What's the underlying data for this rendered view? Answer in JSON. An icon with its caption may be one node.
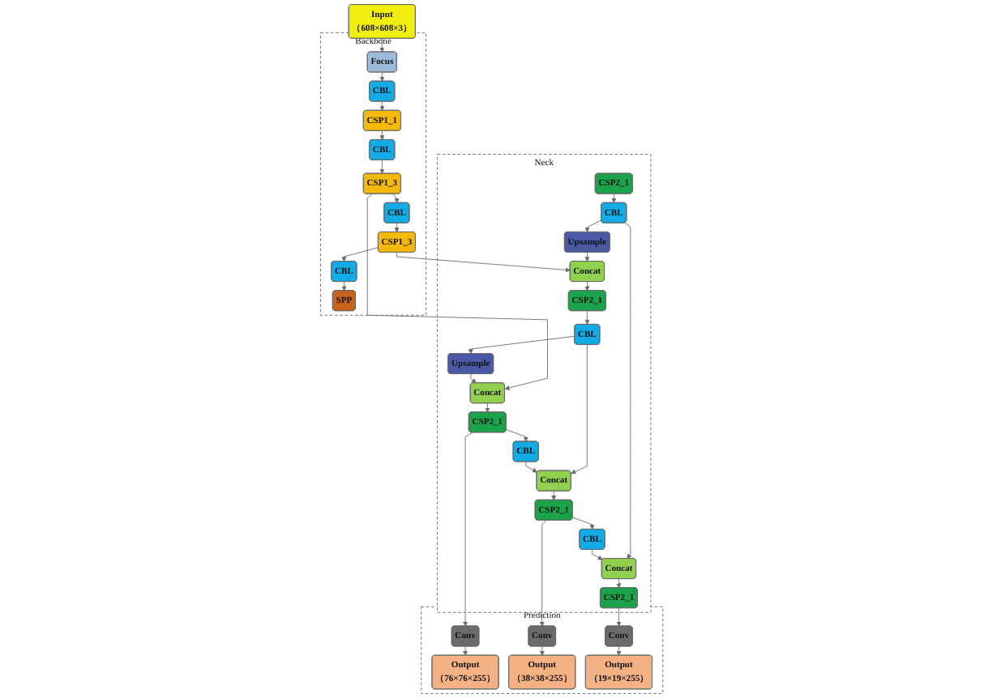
{
  "diagram": {
    "nodes": [
      {
        "text": [
          "Input",
          "（608×608×3）"
        ]
      },
      {
        "text": [
          "Backbone"
        ]
      },
      {
        "text": [
          "Focus"
        ],
        "in": 1
      },
      {
        "text": [
          "CBL"
        ],
        "in": 1
      },
      {
        "text": [
          "CSP1_1"
        ],
        "in": 1
      },
      {
        "text": [
          "CBL"
        ],
        "in": 1
      },
      {
        "text": [
          "CSP1_3"
        ],
        "in": 1
      },
      {
        "text": [
          "CBL"
        ],
        "in": 1
      },
      {
        "text": [
          "CSP1_3"
        ],
        "in": 1
      },
      {
        "text": [
          "CBL"
        ],
        "in": 1
      },
      {
        "text": [
          "SPP"
        ],
        "in": 1
      },
      {
        "text": [
          "Neck"
        ]
      },
      {
        "text": [
          "Concat"
        ],
        "in": 11
      },
      {
        "text": [
          "Upsample"
        ],
        "in": 11
      },
      {
        "text": [
          "CBL"
        ],
        "in": 11
      },
      {
        "text": [
          "CSP2_1"
        ],
        "in": 11
      },
      {
        "text": [
          "Concat"
        ],
        "in": 11
      },
      {
        "text": [
          "Upsample"
        ],
        "in": 11
      },
      {
        "text": [
          "CBL"
        ],
        "in": 11
      },
      {
        "text": [
          "CSP2_1"
        ],
        "in": 11
      },
      {
        "text": [
          "CSP2_1"
        ],
        "in": 11
      },
      {
        "text": [
          "CBL"
        ],
        "in": 11
      },
      {
        "text": [
          "Concat"
        ],
        "in": 11
      },
      {
        "text": [
          "CSP2_1"
        ],
        "in": 11
      },
      {
        "text": [
          "CBL"
        ],
        "in": 11
      },
      {
        "text": [
          "Concat"
        ],
        "in": 11
      },
      {
        "text": [
          "CSP2_1"
        ],
        "in": 11
      },
      {
        "text": [
          "Prediction"
        ]
      },
      {
        "text": [
          "Conv"
        ],
        "in": 27
      },
      {
        "text": [
          "Output",
          "（76×76×255）"
        ],
        "in": 27
      },
      {
        "text": [
          "Conv"
        ],
        "in": 27
      },
      {
        "text": [
          "Output",
          "（38×38×255）"
        ],
        "in": 27
      },
      {
        "text": [
          "Conv"
        ],
        "in": 27
      },
      {
        "text": [
          "Output",
          "（19×19×255）"
        ],
        "in": 27
      }
    ],
    "edges": [
      {
        "from": 0,
        "to": 2,
        "arrow": "to"
      },
      {
        "from": 2,
        "to": 3,
        "arrow": "to"
      },
      {
        "from": 3,
        "to": 4,
        "arrow": "to"
      },
      {
        "from": 4,
        "to": 5,
        "arrow": "to"
      },
      {
        "from": 5,
        "to": 6,
        "arrow": "to"
      },
      {
        "from": 6,
        "to": 7,
        "arrow": "to"
      },
      {
        "from": 7,
        "to": 8,
        "arrow": "to"
      },
      {
        "from": 8,
        "to": 9,
        "arrow": "to"
      },
      {
        "from": 9,
        "to": 10,
        "arrow": "to"
      },
      {
        "from": 6,
        "to": 12,
        "arrow": "to"
      },
      {
        "from": 8,
        "to": 16,
        "arrow": "to"
      },
      {
        "from": 19,
        "to": 18,
        "arrow": "to"
      },
      {
        "from": 18,
        "to": 17,
        "arrow": "to"
      },
      {
        "from": 17,
        "to": 16,
        "arrow": "to"
      },
      {
        "from": 16,
        "to": 15,
        "arrow": "to"
      },
      {
        "from": 15,
        "to": 14,
        "arrow": "to"
      },
      {
        "from": 14,
        "to": 13,
        "arrow": "to"
      },
      {
        "from": 13,
        "to": 12,
        "arrow": "to"
      },
      {
        "from": 12,
        "to": 20,
        "arrow": "to"
      },
      {
        "from": 14,
        "to": 22,
        "arrow": "to"
      },
      {
        "from": 18,
        "to": 25,
        "arrow": "to"
      },
      {
        "from": 20,
        "to": 21,
        "arrow": "to"
      },
      {
        "from": 21,
        "to": 22,
        "arrow": "to"
      },
      {
        "from": 22,
        "to": 23,
        "arrow": "to"
      },
      {
        "from": 23,
        "to": 24,
        "arrow": "to"
      },
      {
        "from": 24,
        "to": 25,
        "arrow": "to"
      },
      {
        "from": 25,
        "to": 26,
        "arrow": "to"
      },
      {
        "from": 20,
        "to": 28,
        "arrow": "to"
      },
      {
        "from": 23,
        "to": 30,
        "arrow": "to"
      },
      {
        "from": 26,
        "to": 32,
        "arrow": "to"
      },
      {
        "from": 28,
        "to": 29,
        "arrow": "to"
      },
      {
        "from": 30,
        "to": 31,
        "arrow": "to"
      },
      {
        "from": 32,
        "to": 33,
        "arrow": "to"
      }
    ]
  }
}
